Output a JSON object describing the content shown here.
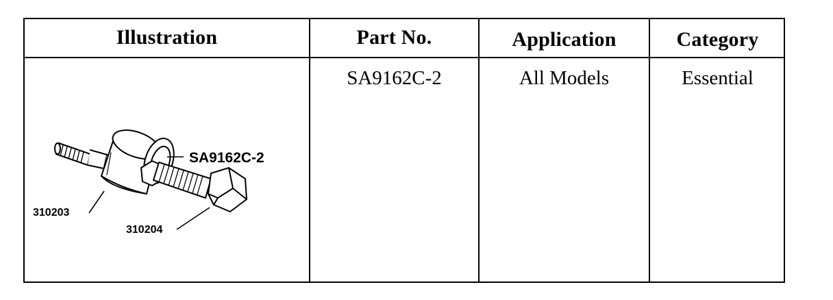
{
  "table": {
    "headers": {
      "illustration": "Illustration",
      "part_no": "Part No.",
      "application": "Application",
      "category": "Category"
    },
    "rows": [
      {
        "part_no": "SA9162C-2",
        "application": "All Models",
        "category": "Essential",
        "illustration_labels": {
          "tool": "SA9162C-2",
          "body": "310203",
          "bolt": "310204"
        }
      }
    ]
  }
}
